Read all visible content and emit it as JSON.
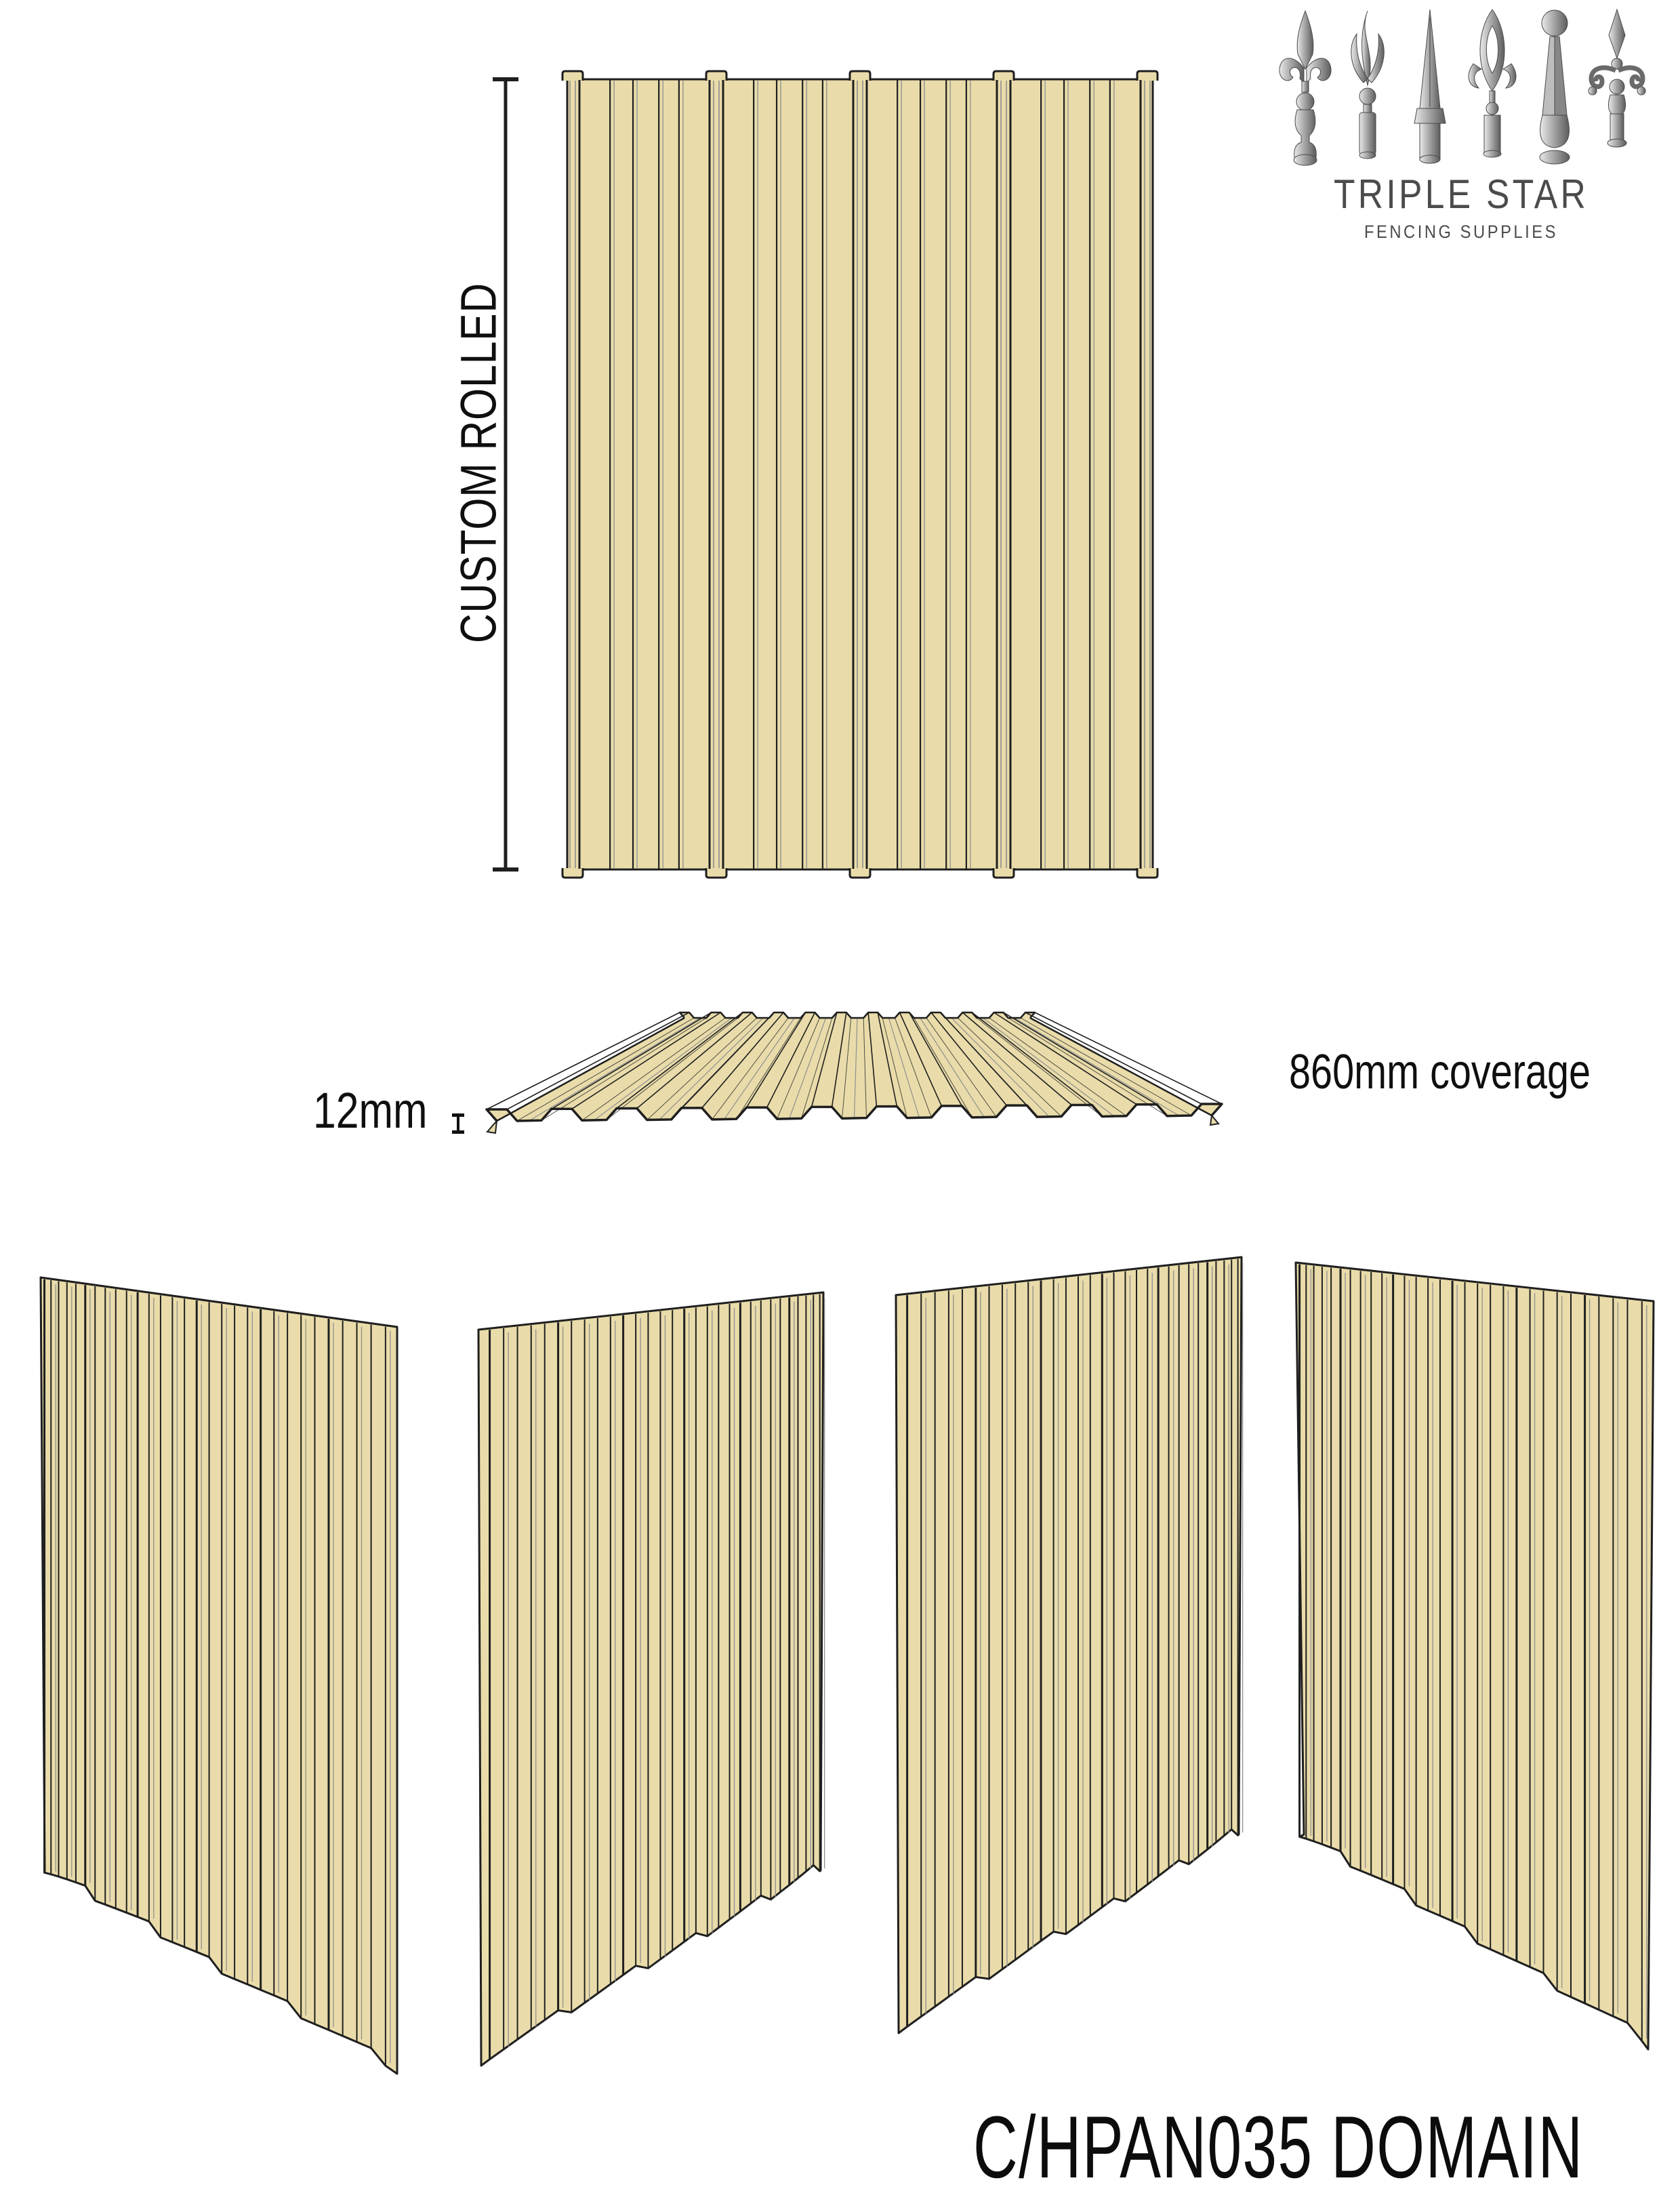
{
  "logo": {
    "brand": "TRIPLE STAR",
    "tagline": "FENCING SUPPLIES",
    "finials": [
      "spear-fleur",
      "flame-leaf",
      "cone-spike",
      "fleur-oval",
      "ball-obelisk",
      "spear-scroll"
    ]
  },
  "front_view": {
    "dimension_label": "CUSTOM ROLLED"
  },
  "profile_view": {
    "height_label": "12mm",
    "coverage_label": "860mm coverage"
  },
  "footer": {
    "product_code": "C/HPAN035 DOMAIN"
  },
  "colors": {
    "sheet_fill": "#e9dcaa",
    "line_dark": "#1f1f1f",
    "line_gray": "#8f8f8f",
    "text_dark": "#0f0f0f",
    "logo_gray": "#4b4b4b"
  },
  "drawing": {
    "front_major_ribs": 5,
    "front_minor_fractions": [
      0.26,
      0.42,
      0.6,
      0.74
    ],
    "profile_ribs": 12,
    "panel_count": 4,
    "panel_rib_lines": 30
  }
}
